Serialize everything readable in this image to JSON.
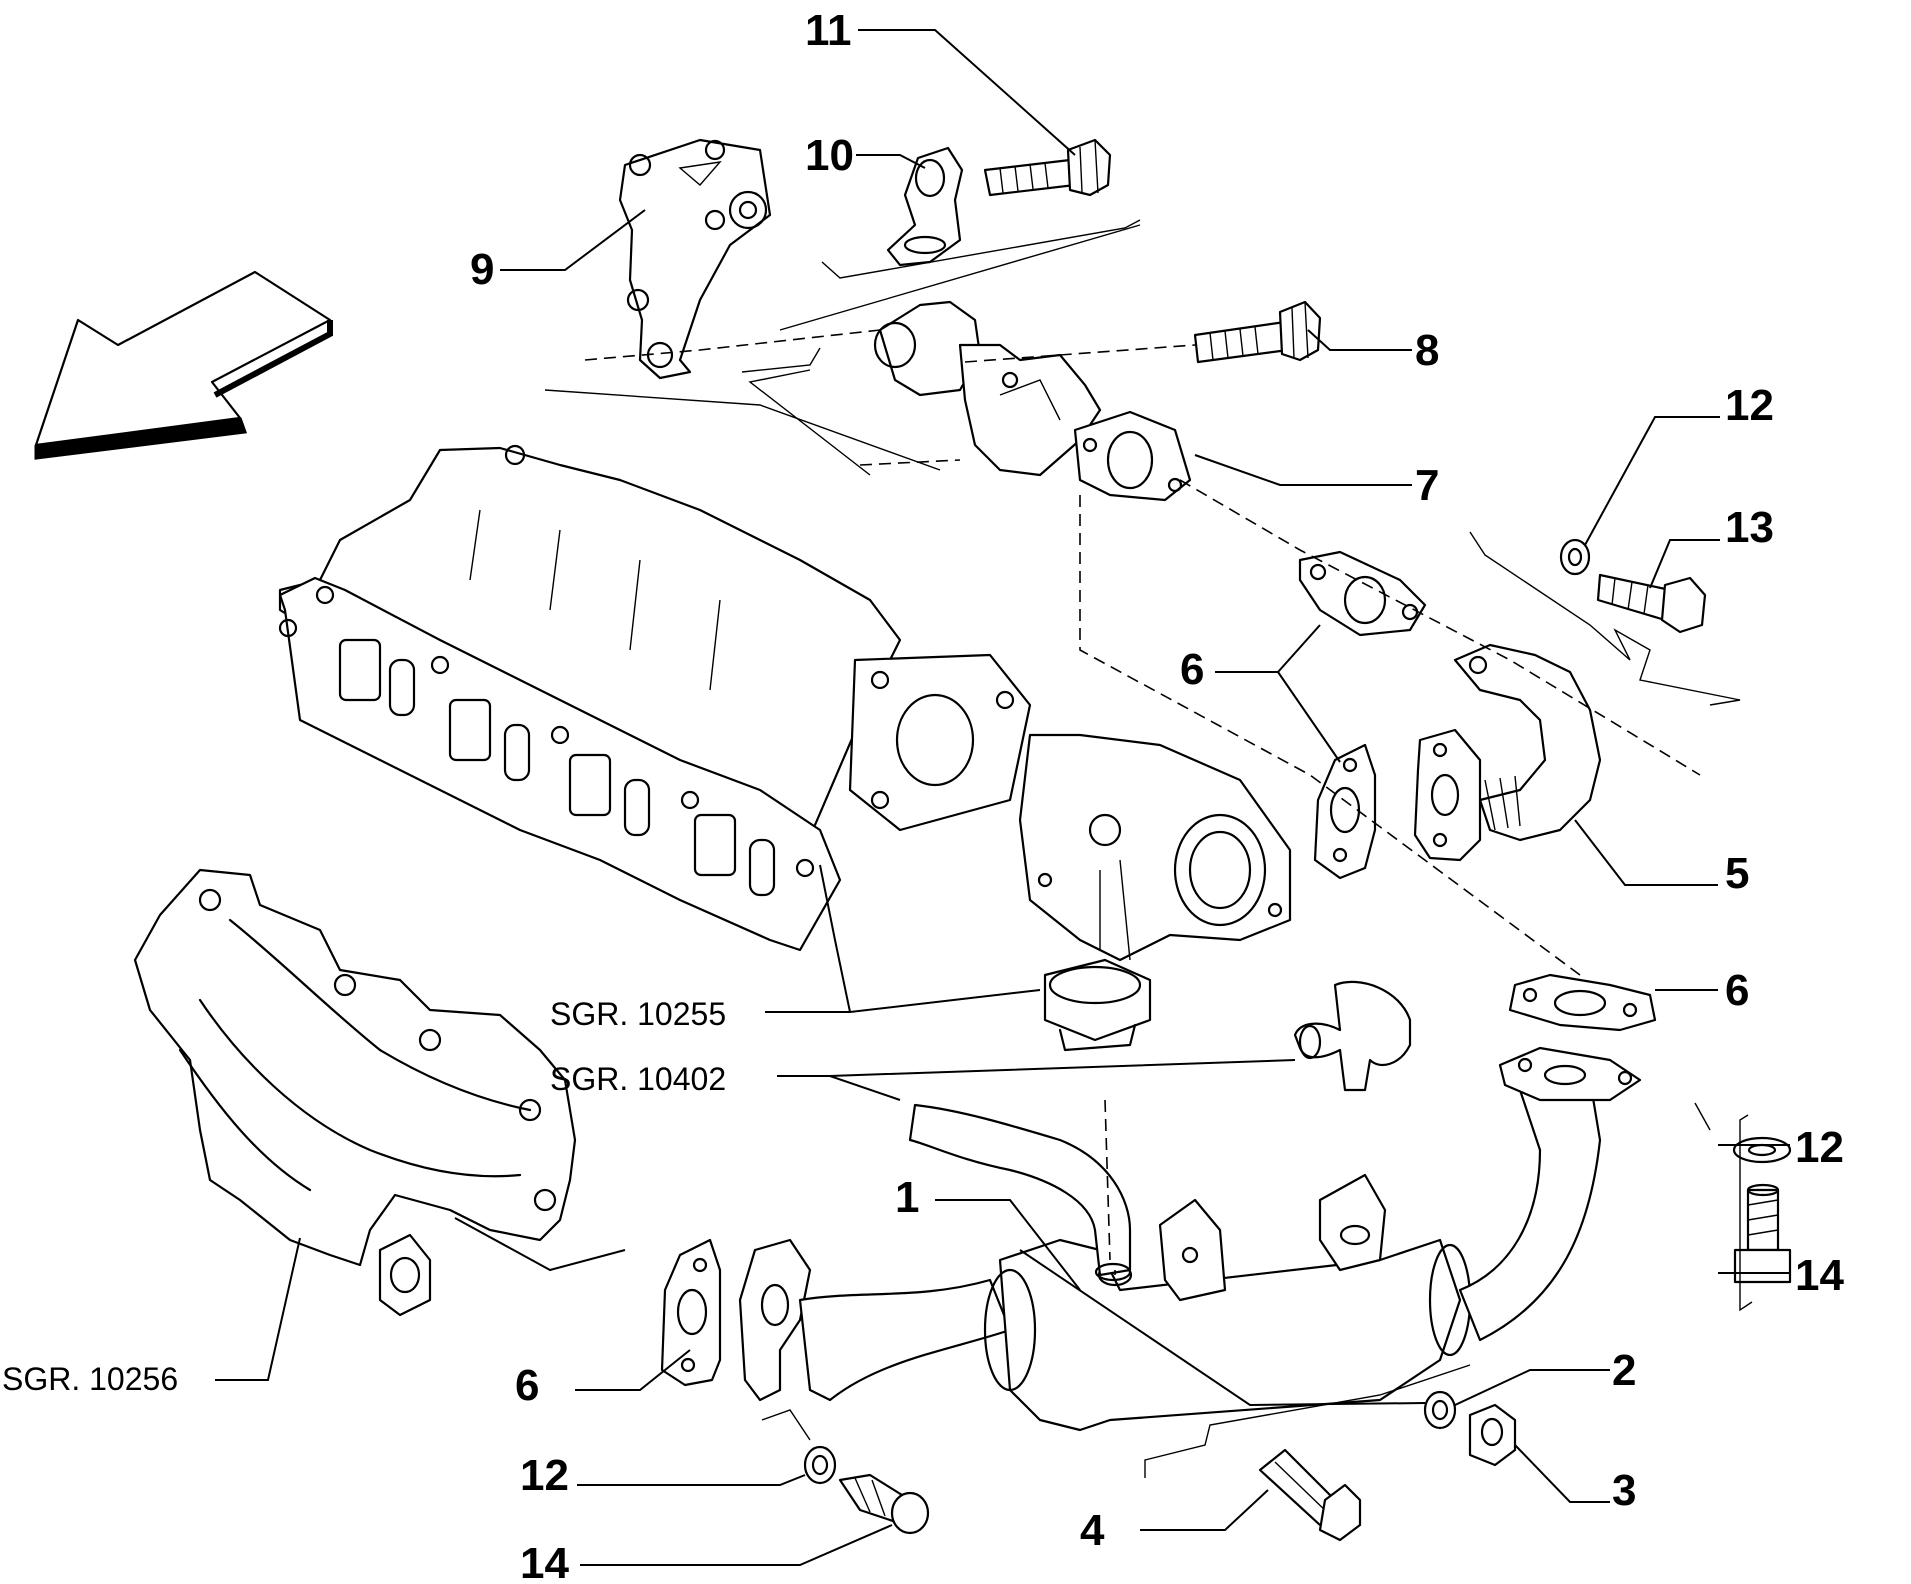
{
  "callouts": {
    "c1": "1",
    "c2": "2",
    "c3": "3",
    "c4": "4",
    "c5": "5",
    "c6a": "6",
    "c6b": "6",
    "c6c": "6",
    "c7": "7",
    "c8": "8",
    "c9": "9",
    "c10": "10",
    "c11": "11",
    "c12a": "12",
    "c12b": "12",
    "c12c": "12",
    "c13": "13",
    "c14a": "14",
    "c14b": "14"
  },
  "references": {
    "sgr_10255": "SGR. 10255",
    "sgr_10402": "SGR. 10402",
    "sgr_10256": "SGR. 10256"
  },
  "icons": {
    "direction": "front-direction-arrow-icon"
  }
}
